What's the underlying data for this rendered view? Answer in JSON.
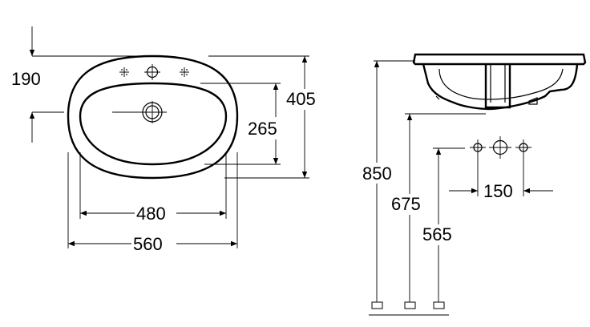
{
  "dimensions": {
    "dim_190": "190",
    "dim_405": "405",
    "dim_265": "265",
    "dim_480": "480",
    "dim_560": "560",
    "dim_850": "850",
    "dim_675": "675",
    "dim_565": "565",
    "dim_150": "150"
  }
}
